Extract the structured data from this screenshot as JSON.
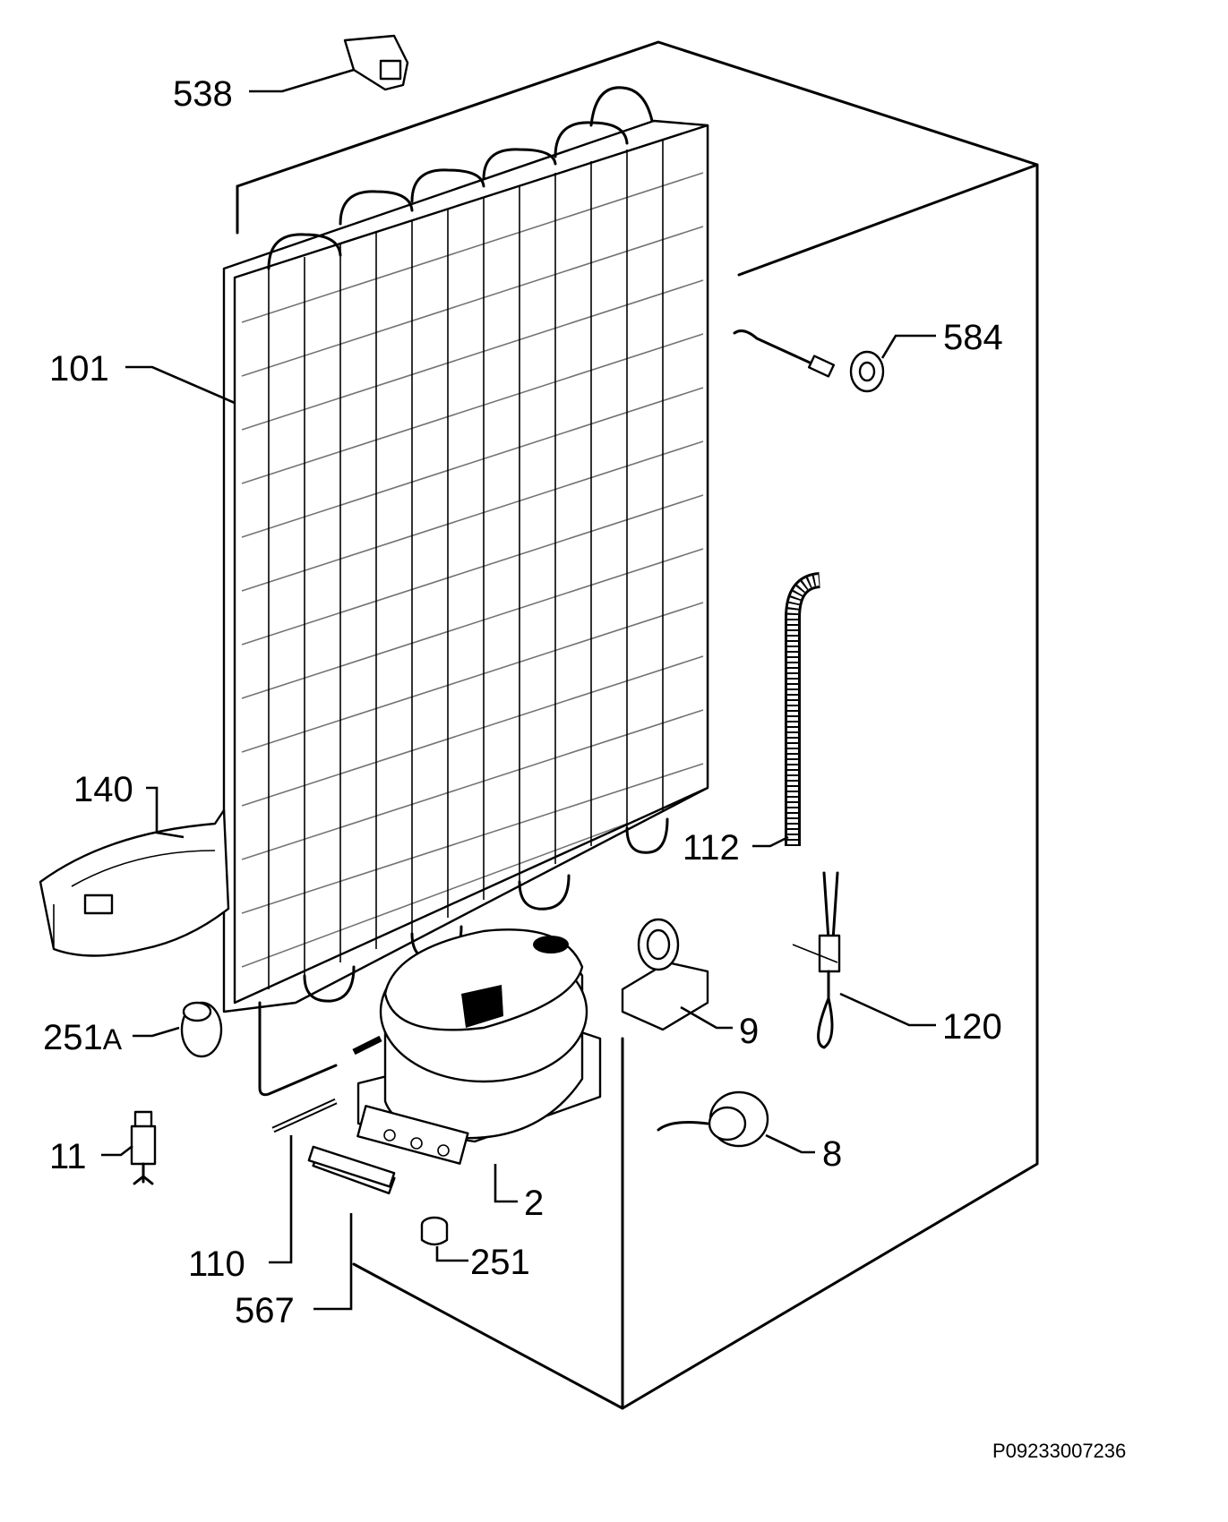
{
  "labels": {
    "p538": "538",
    "p584": "584",
    "p101": "101",
    "p140": "140",
    "p112": "112",
    "p9": "9",
    "p120": "120",
    "p251a_num": "251",
    "p251a_suffix": "A",
    "p11": "11",
    "p8": "8",
    "p2": "2",
    "p251": "251",
    "p110": "110",
    "p567": "567"
  },
  "drawing_code": "P09233007236"
}
